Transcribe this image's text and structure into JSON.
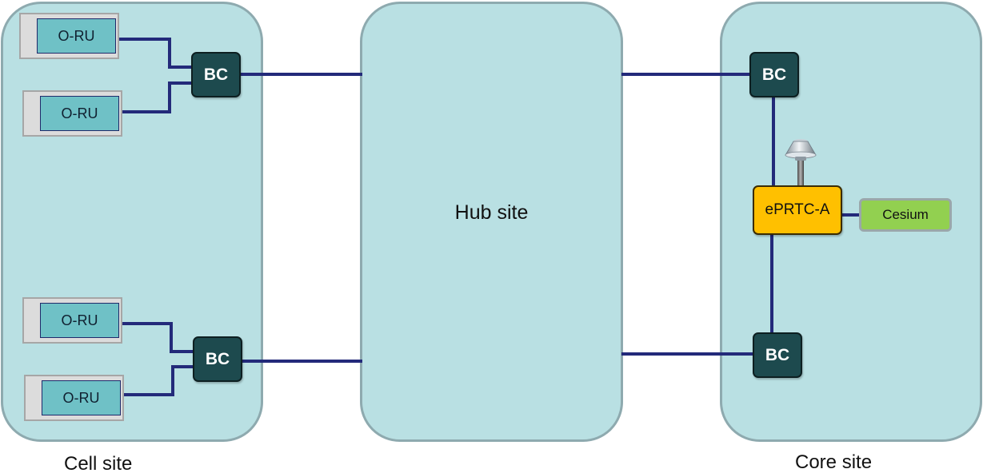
{
  "sites": {
    "cell": {
      "label": "Cell site"
    },
    "hub": {
      "label": "Hub site"
    },
    "core": {
      "label": "Core site"
    }
  },
  "cell_site": {
    "oru_label": "O-RU",
    "bc_label": "BC"
  },
  "core_site": {
    "bc_label": "BC",
    "grandmaster_label": "ePRTC-A",
    "clock_source_label": "Cesium",
    "antenna_icon": "gnss-antenna-icon"
  },
  "colors": {
    "site_fill": "#b9e0e3",
    "site_border": "#8eaaaf",
    "link": "#232a7a",
    "bc_fill": "#1d4a4e",
    "oru_fill": "#6fc1c6",
    "eprtc_fill": "#ffc000",
    "cesium_fill": "#92d050"
  }
}
